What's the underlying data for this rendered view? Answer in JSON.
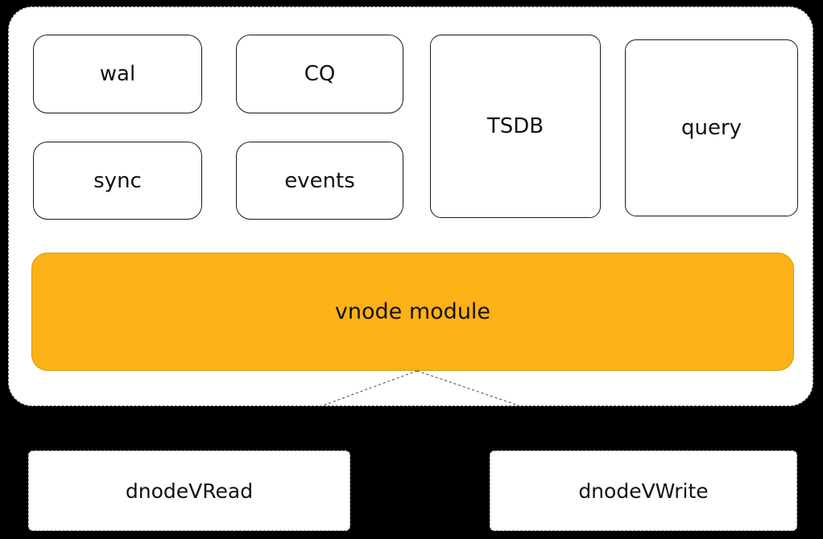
{
  "nodes": {
    "wal": "wal",
    "cq": "CQ",
    "tsdb": "TSDB",
    "query": "query",
    "sync": "sync",
    "events": "events",
    "vnode": "vnode module",
    "dnode_read": "dnodeVRead",
    "dnode_write": "dnodeVWrite"
  },
  "colors": {
    "background": "#000000",
    "panel_fill": "#ffffff",
    "vnode_fill": "#fcb216",
    "box_border": "#1a1a1a",
    "dashed_border": "#999999"
  },
  "diagram": {
    "type": "architecture-diagram",
    "description_visible_structure": {
      "vnode_module_contains": [
        "wal",
        "CQ",
        "TSDB",
        "query",
        "sync",
        "events"
      ],
      "vnode_connects_to": [
        "dnodeVRead",
        "dnodeVWrite"
      ]
    }
  }
}
